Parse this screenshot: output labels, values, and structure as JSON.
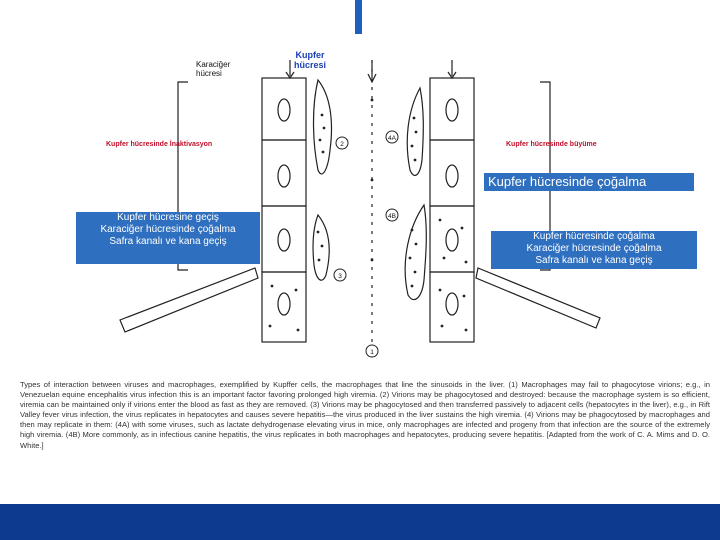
{
  "diagram": {
    "label_hepatocyte": "Karaciğer hücresi",
    "label_kupffer": "Kupfer hücresi",
    "label_inactivation": "Kupfer hücresinde İnaktivasyon",
    "label_growth": "Kupfer hücresinde büyüme",
    "markers": [
      "2",
      "4A",
      "4B",
      "3",
      "1"
    ]
  },
  "overlays": {
    "header_right": "Kupfer hücresinde çoğalma",
    "box_left": [
      "Kupfer hücresine geçiş",
      "Karaciğer hücresinde çoğalma",
      "Safra kanalı ve kana geçiş"
    ],
    "box_right": [
      "Kupfer hücresinde çoğalma",
      "Karaciğer hücresinde çoğalma",
      "Safra kanalı ve kana geçiş"
    ]
  },
  "caption": "Types of interaction between viruses and macrophages, exemplified by Kupffer cells, the macrophages that line the sinusoids in the liver. (1) Macrophages may fail to phagocytose virions; e.g., in Venezuelan equine encephalitis virus infection this is an important factor favoring prolonged high viremia. (2) Virions may be phagocytosed and destroyed: because the macrophage system is so efficient, viremia can be maintained only if virions enter the blood as fast as they are removed. (3) Virions may be phagocytosed and then transferred passively to adjacent cells (hepatocytes in the liver), e.g., in Rift Valley fever virus infection, the virus replicates in hepatocytes and causes severe hepatitis—the virus produced in the liver sustains the high viremia. (4) Virions may be phagocytosed by macrophages and then may replicate in them: (4A) with some viruses, such as lactate dehydrogenase elevating virus in mice, only macrophages are infected and progeny from that infection are the source of the extremely high viremia. (4B) More commonly, as in infectious canine hepatitis, the virus replicates in both macrophages and hepatocytes, producing severe hepatitis. [Adapted from the work of C. A. Mims and D. O. White.]",
  "colors": {
    "accent": "#2f6fbf",
    "bottom_bar": "#0d3a8f",
    "red_label": "#c0102a",
    "kupffer_blue": "#1a3fb5"
  }
}
